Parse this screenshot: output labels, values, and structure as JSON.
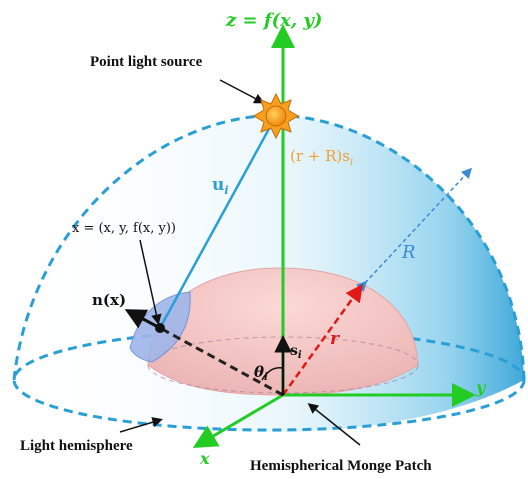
{
  "labels": {
    "z_axis": "z = f(x, y)",
    "point_light": "Point light source",
    "u_i": "u",
    "u_i_sub": "i",
    "r_plus_R": "(r + R)s",
    "r_plus_R_sub": "i",
    "x_def": "x = (x, y, f(x, y))",
    "R": "R",
    "n_x": "n(x)",
    "s_i": "s",
    "s_i_sub": "i",
    "theta_i": "θ",
    "theta_i_sub": "i",
    "r": "r",
    "y_axis": "y",
    "x_axis": "x",
    "light_hemisphere": "Light hemisphere",
    "monge_patch": "Hemispherical Monge Patch"
  },
  "colors": {
    "axis_green": "#22cc22",
    "hemisphere_blue": "#2a9fd6",
    "light_fill": "#bfe6f5",
    "patch_fill": "#f4c4c4",
    "red": "#e01818",
    "sun": "#f7a020",
    "R_blue": "#3a8ad8",
    "text_dark": "#111111",
    "orange_text": "#f0a030"
  },
  "icons": {
    "sun": "sun-icon"
  }
}
